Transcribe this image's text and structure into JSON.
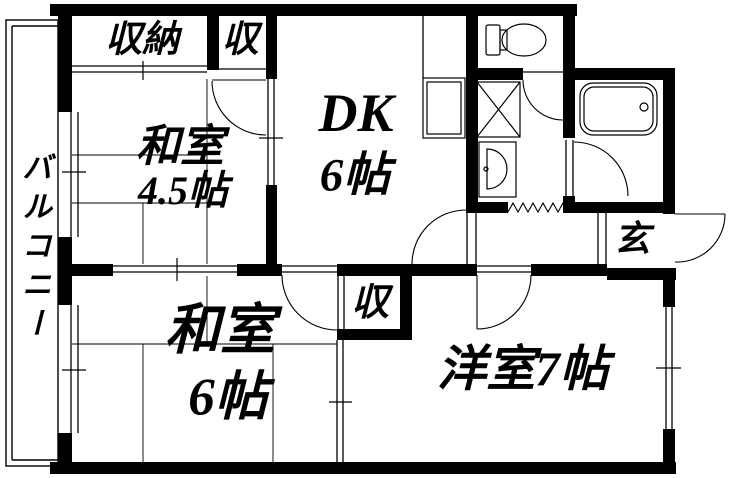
{
  "page": {
    "background": "#ffffff",
    "wall_color": "#000000",
    "line_color": "#000000"
  },
  "balcony": {
    "label": "バルコニー"
  },
  "rooms": {
    "closet_nw": {
      "label": "収納"
    },
    "closet_n": {
      "label": "収"
    },
    "washitsu_45": {
      "name": "和室",
      "size": "4.5帖"
    },
    "dk": {
      "name": "DK",
      "size": "6帖"
    },
    "washitsu_6": {
      "name": "和室",
      "size": "6帖"
    },
    "closet_mid": {
      "label": "収"
    },
    "yoshitsu": {
      "label": "洋室7帖"
    },
    "genkan": {
      "label": "玄"
    }
  },
  "fixtures": {
    "toilet": "toilet",
    "bathtub": "bathtub",
    "washbasin": "washbasin",
    "washing_machine_pan": "washing-machine-pan",
    "kitchen_counter": "kitchen-counter",
    "accordion_door": "accordion-door"
  }
}
